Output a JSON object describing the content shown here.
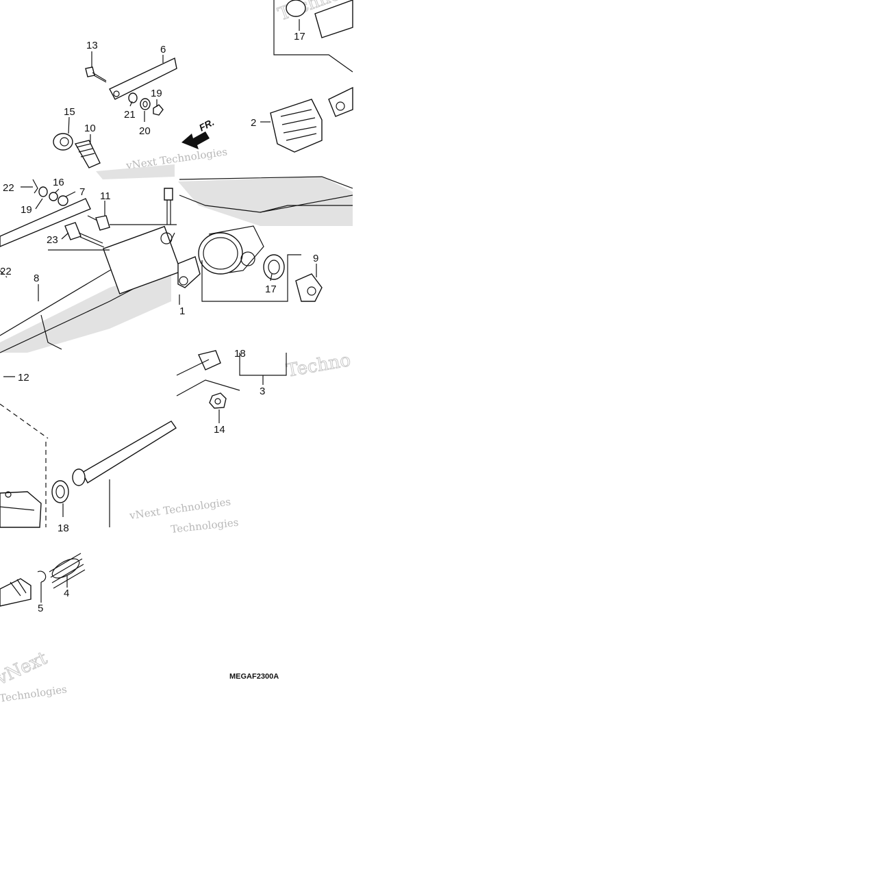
{
  "diagram": {
    "code": "MEGAF2300A",
    "front_marker": "FR.",
    "watermarks": [
      "vNext Technologies",
      "Technologies",
      "vNext",
      "Techno"
    ],
    "callouts": [
      "1",
      "2",
      "3",
      "4",
      "5",
      "6",
      "7",
      "8",
      "9",
      "10",
      "11",
      "12",
      "13",
      "14",
      "15",
      "16",
      "17",
      "18",
      "19",
      "20",
      "21",
      "22",
      "23"
    ]
  }
}
